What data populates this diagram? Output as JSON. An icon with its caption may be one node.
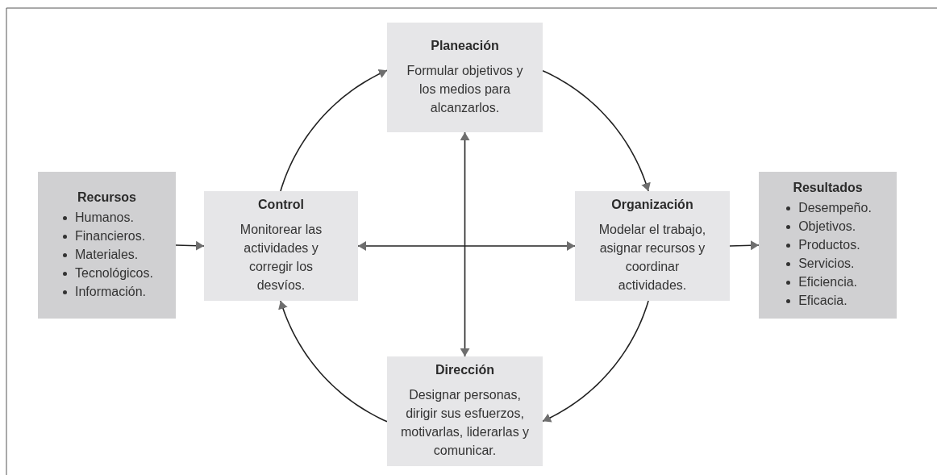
{
  "diagram": {
    "nodes": [
      {
        "text": [
          "Planeación",
          "Formular objetivos y los medios para alcanzarlos."
        ]
      },
      {
        "text": [
          "Recursos",
          "Humanos.",
          "Financieros.",
          "Materiales.",
          "Tecnológicos.",
          "Información."
        ]
      },
      {
        "text": [
          "Control",
          "Monitorear las actividades y corregir los desvíos."
        ]
      },
      {
        "text": [
          "Organización",
          "Modelar el trabajo, asignar recursos y coordinar actividades."
        ]
      },
      {
        "text": [
          "Resultados",
          "Desempeño.",
          "Objetivos.",
          "Productos.",
          "Servicios.",
          "Eficiencia.",
          "Eficacia."
        ]
      },
      {
        "text": [
          "Dirección",
          "Designar personas, dirigir sus esfuerzos, motivarlas, liderarlas y comunicar."
        ]
      }
    ],
    "edges": [
      {
        "from": 1,
        "to": 2,
        "arrow": "to"
      },
      {
        "from": 2,
        "to": 0,
        "arrow": "to"
      },
      {
        "from": 0,
        "to": 3,
        "arrow": "to"
      },
      {
        "from": 3,
        "to": 5,
        "arrow": "to"
      },
      {
        "from": 5,
        "to": 2,
        "arrow": "to"
      },
      {
        "from": 2,
        "to": 3,
        "arrow": "both"
      },
      {
        "from": 0,
        "to": 5,
        "arrow": "both"
      },
      {
        "from": 3,
        "to": 4,
        "arrow": "to"
      }
    ]
  }
}
